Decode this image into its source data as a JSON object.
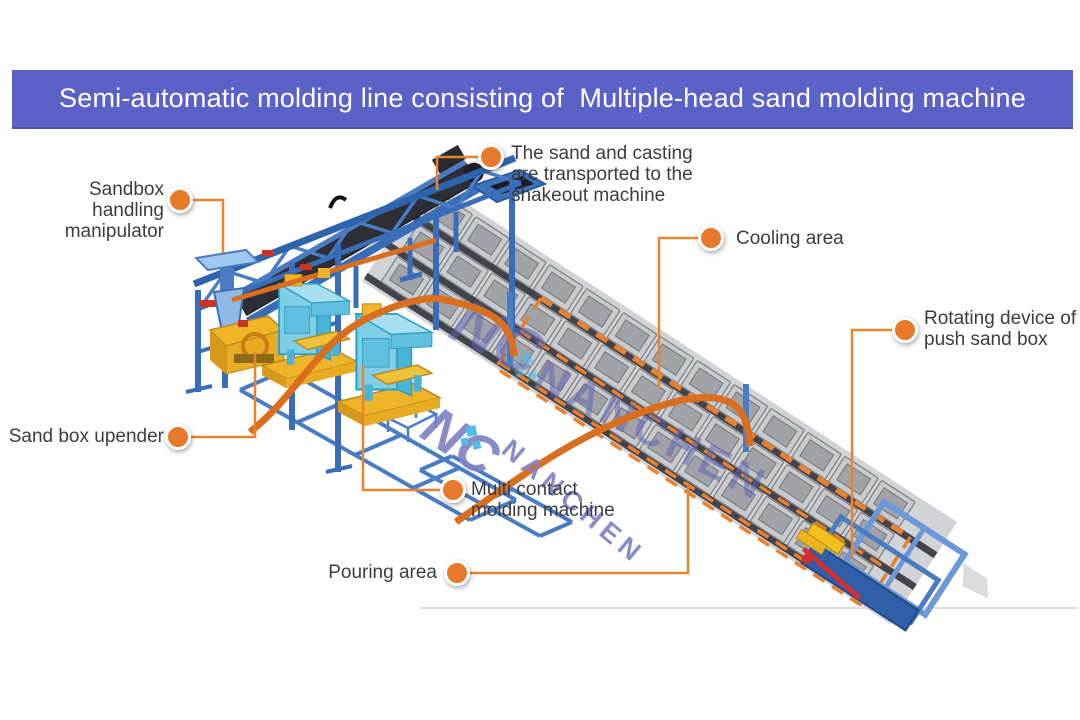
{
  "banner": {
    "title": "Semi-automatic molding line consisting of  Multiple-head sand molding machine"
  },
  "labels": [
    {
      "id": "sandbox-handling-manipulator",
      "text": "Sandbox handling\nmanipulator"
    },
    {
      "id": "shakeout-transport",
      "text": "The sand and casting\nare transported to the\nshakeout machine"
    },
    {
      "id": "cooling-area",
      "text": "Cooling area"
    },
    {
      "id": "rotating-device",
      "text": "Rotating device of\npush sand box"
    },
    {
      "id": "sand-box-upender",
      "text": "Sand box upender"
    },
    {
      "id": "multi-contact-molding-machine",
      "text": "Multi contact\nmolding machine"
    },
    {
      "id": "pouring-area",
      "text": "Pouring area"
    }
  ],
  "watermark": {
    "logo": "NC",
    "name": "NANCHEN"
  },
  "colors": {
    "banner_blue": "#5a62c8",
    "accent_orange": "#e8792a",
    "machine_blue": "#3a6db8",
    "machine_cyan": "#7ecfe6",
    "machine_yellow": "#f0b429",
    "watermark_purple": "#6a6cba",
    "box_gray": "#c9cacd"
  }
}
